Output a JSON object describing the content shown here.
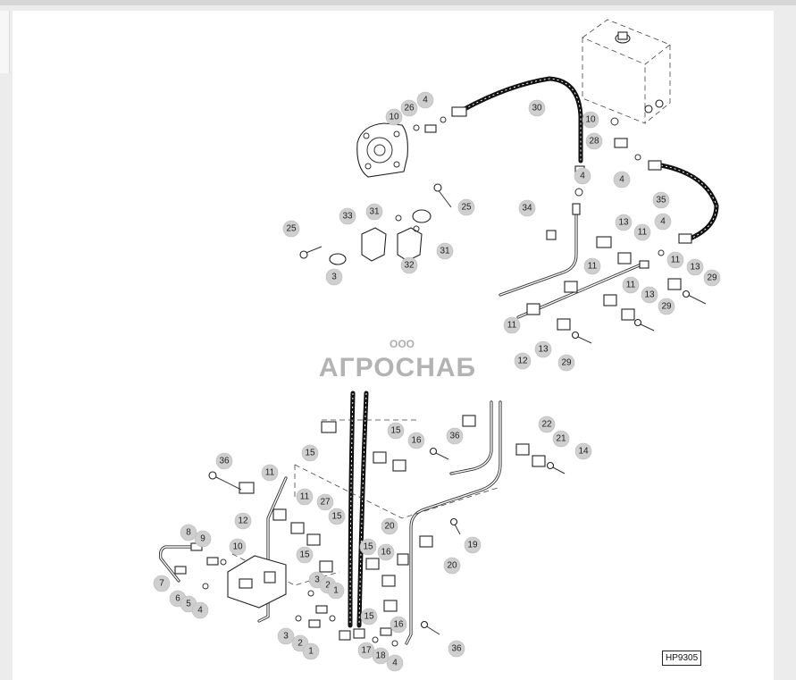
{
  "drawing_code": "HP9305",
  "watermark": {
    "prefix": "ООО",
    "name": "АГРОСНАБ"
  },
  "callouts": [
    {
      "id": "c30",
      "text": "30"
    },
    {
      "id": "c10a",
      "text": "10"
    },
    {
      "id": "c26",
      "text": "26"
    },
    {
      "id": "c4a",
      "text": "4"
    },
    {
      "id": "c10b",
      "text": "10"
    },
    {
      "id": "c28",
      "text": "28"
    },
    {
      "id": "c4b",
      "text": "4"
    },
    {
      "id": "c4c",
      "text": "4"
    },
    {
      "id": "c35",
      "text": "35"
    },
    {
      "id": "c25a",
      "text": "25"
    },
    {
      "id": "c33",
      "text": "33"
    },
    {
      "id": "c31a",
      "text": "31"
    },
    {
      "id": "c31b",
      "text": "31"
    },
    {
      "id": "c32",
      "text": "32"
    },
    {
      "id": "c25b",
      "text": "25"
    },
    {
      "id": "c34",
      "text": "34"
    },
    {
      "id": "c13a",
      "text": "13"
    },
    {
      "id": "c11a",
      "text": "11"
    },
    {
      "id": "c4d",
      "text": "4"
    },
    {
      "id": "c11b",
      "text": "11"
    },
    {
      "id": "c11c",
      "text": "11"
    },
    {
      "id": "c13b",
      "text": "13"
    },
    {
      "id": "c29a",
      "text": "29"
    },
    {
      "id": "c11d",
      "text": "11"
    },
    {
      "id": "c13c",
      "text": "13"
    },
    {
      "id": "c29b",
      "text": "29"
    },
    {
      "id": "c11e",
      "text": "11"
    },
    {
      "id": "c13d",
      "text": "13"
    },
    {
      "id": "c29c",
      "text": "29"
    },
    {
      "id": "c12a",
      "text": "12"
    },
    {
      "id": "c3a",
      "text": "3"
    },
    {
      "id": "c15a",
      "text": "15"
    },
    {
      "id": "c15b",
      "text": "15"
    },
    {
      "id": "c16a",
      "text": "16"
    },
    {
      "id": "c36a",
      "text": "36"
    },
    {
      "id": "c22",
      "text": "22"
    },
    {
      "id": "c21",
      "text": "21"
    },
    {
      "id": "c14",
      "text": "14"
    },
    {
      "id": "c36b",
      "text": "36"
    },
    {
      "id": "c11f",
      "text": "11"
    },
    {
      "id": "c11g",
      "text": "11"
    },
    {
      "id": "c27",
      "text": "27"
    },
    {
      "id": "c12b",
      "text": "12"
    },
    {
      "id": "c15c",
      "text": "15"
    },
    {
      "id": "c20a",
      "text": "20"
    },
    {
      "id": "c19",
      "text": "19"
    },
    {
      "id": "c20b",
      "text": "20"
    },
    {
      "id": "c8",
      "text": "8"
    },
    {
      "id": "c9",
      "text": "9"
    },
    {
      "id": "c10c",
      "text": "10"
    },
    {
      "id": "c15d",
      "text": "15"
    },
    {
      "id": "c15e",
      "text": "15"
    },
    {
      "id": "c16b",
      "text": "16"
    },
    {
      "id": "c7",
      "text": "7"
    },
    {
      "id": "c6",
      "text": "6"
    },
    {
      "id": "c5",
      "text": "5"
    },
    {
      "id": "c4e",
      "text": "4"
    },
    {
      "id": "c3b",
      "text": "3"
    },
    {
      "id": "c2a",
      "text": "2"
    },
    {
      "id": "c1a",
      "text": "1"
    },
    {
      "id": "c15f",
      "text": "15"
    },
    {
      "id": "c16c",
      "text": "16"
    },
    {
      "id": "c3c",
      "text": "3"
    },
    {
      "id": "c2b",
      "text": "2"
    },
    {
      "id": "c1b",
      "text": "1"
    },
    {
      "id": "c17",
      "text": "17"
    },
    {
      "id": "c18",
      "text": "18"
    },
    {
      "id": "c4f",
      "text": "4"
    },
    {
      "id": "c36c",
      "text": "36"
    }
  ]
}
